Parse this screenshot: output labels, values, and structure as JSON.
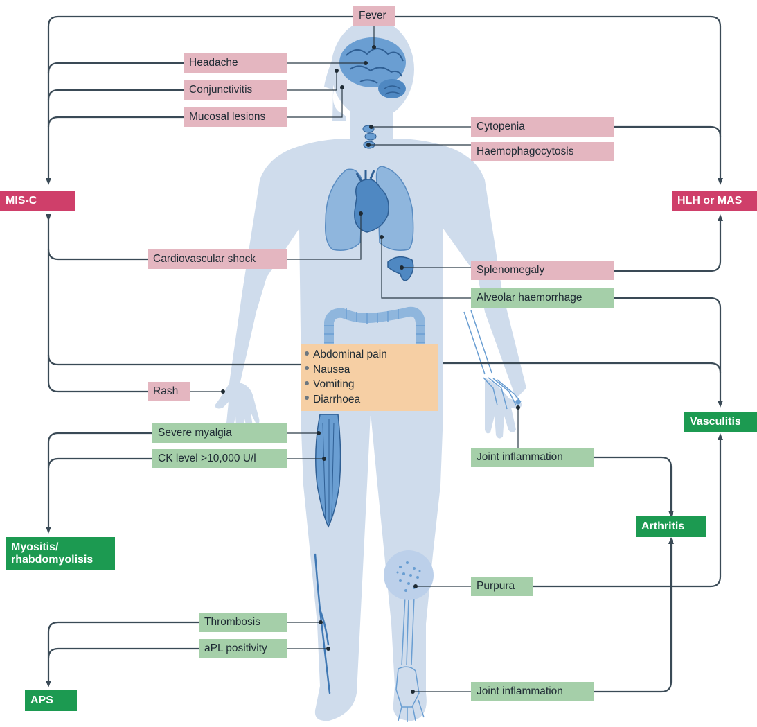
{
  "colors": {
    "connector": "#3a4a56",
    "body": "#cfdcec",
    "organ": "#6a9ed2",
    "organ_dark": "#3f78b4",
    "feature_pink": "#e4b6c0",
    "feature_green": "#a5cfa9",
    "outcome_magenta": "#cf3f6a",
    "outcome_green": "#1c9a51",
    "gi_orange": "#f6cfa4"
  },
  "features": {
    "fever": "Fever",
    "headache": "Headache",
    "conjunctivitis": "Conjunctivitis",
    "mucosal_lesions": "Mucosal lesions",
    "cytopenia": "Cytopenia",
    "haemophagocytosis": "Haemophagocytosis",
    "cardiovascular_shock": "Cardiovascular shock",
    "splenomegaly": "Splenomegaly",
    "alveolar_haemorrhage": "Alveolar haemorrhage",
    "rash": "Rash",
    "joint_inflammation_upper": "Joint inflammation",
    "severe_myalgia": "Severe myalgia",
    "ck_level": "CK level >10,000 U/l",
    "purpura": "Purpura",
    "thrombosis": "Thrombosis",
    "apl_positivity": "aPL positivity",
    "joint_inflammation_lower": "Joint inflammation"
  },
  "gi_symptoms": [
    "Abdominal pain",
    "Nausea",
    "Vomiting",
    "Diarrhoea"
  ],
  "outcomes": {
    "misc": "MIS-C",
    "hlh_mas": "HLH or MAS",
    "vasculitis": "Vasculitis",
    "arthritis": "Arthritis",
    "myositis": [
      "Myositis/",
      "rhabdomyolisis"
    ],
    "aps": "APS"
  },
  "icons": [
    "brain-icon",
    "lymph-node-icon",
    "lungs-icon",
    "heart-icon",
    "spleen-icon",
    "intestine-icon",
    "muscle-icon",
    "arm-bone-icon",
    "leg-bone-icon",
    "vein-icon",
    "purpura-icon"
  ]
}
